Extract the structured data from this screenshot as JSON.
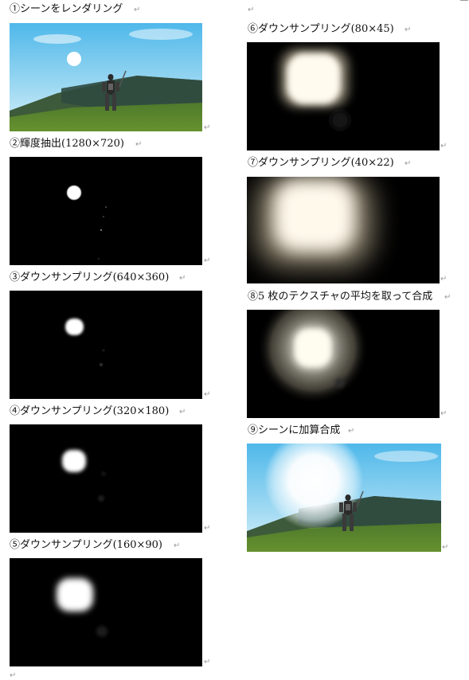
{
  "return_mark": "↵",
  "steps": [
    {
      "caption": "①シーンをレンダリング",
      "image": "rendered-scene"
    },
    {
      "caption": "②輝度抽出(1280×720)",
      "image": "luminance-extract"
    },
    {
      "caption": "③ダウンサンプリング(640×360)",
      "image": "downsample-640"
    },
    {
      "caption": "④ダウンサンプリング(320×180)",
      "image": "downsample-320"
    },
    {
      "caption": "⑤ダウンサンプリング(160×90)",
      "image": "downsample-160"
    },
    {
      "caption": "⑥ダウンサンプリング(80×45)",
      "image": "downsample-80"
    },
    {
      "caption": "⑦ダウンサンプリング(40×22)",
      "image": "downsample-40"
    },
    {
      "caption": "⑧5 枚のテクスチャの平均を取って合成",
      "image": "average-composite"
    },
    {
      "caption": "⑨シーンに加算合成",
      "image": "additive-composite-scene"
    }
  ]
}
